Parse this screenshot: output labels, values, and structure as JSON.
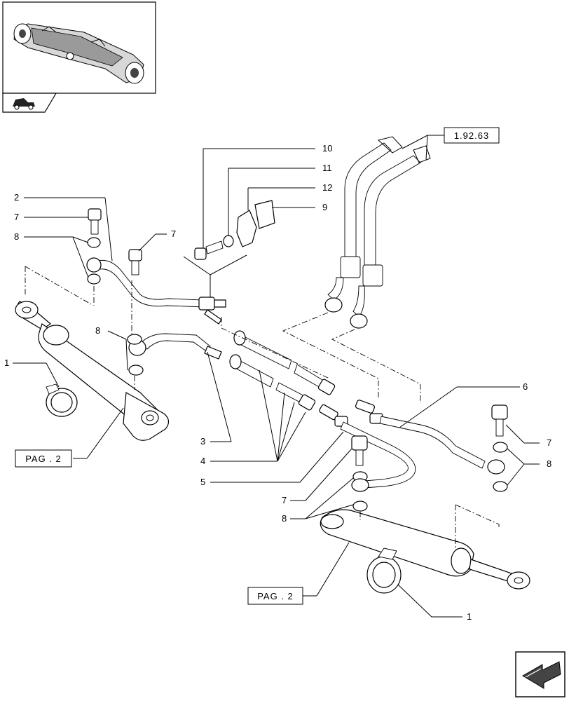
{
  "callouts": {
    "c1_left": "1",
    "c1_right": "1",
    "c2": "2",
    "c3": "3",
    "c4": "4",
    "c5": "5",
    "c6": "6",
    "c7_a": "7",
    "c7_b": "7",
    "c7_c": "7",
    "c7_d": "7",
    "c8_a": "8",
    "c8_b": "8",
    "c8_c": "8",
    "c8_d": "8",
    "c9": "9",
    "c10": "10",
    "c11": "11",
    "c12": "12"
  },
  "references": {
    "ref_top": "1.92.63",
    "pag_left": "PAG . 2",
    "pag_right": "PAG . 2"
  },
  "icons": {
    "thumbnail": "axle-assembly-thumbnail",
    "section": "tractor-section-icon",
    "nav": "next-page-arrow-icon"
  }
}
